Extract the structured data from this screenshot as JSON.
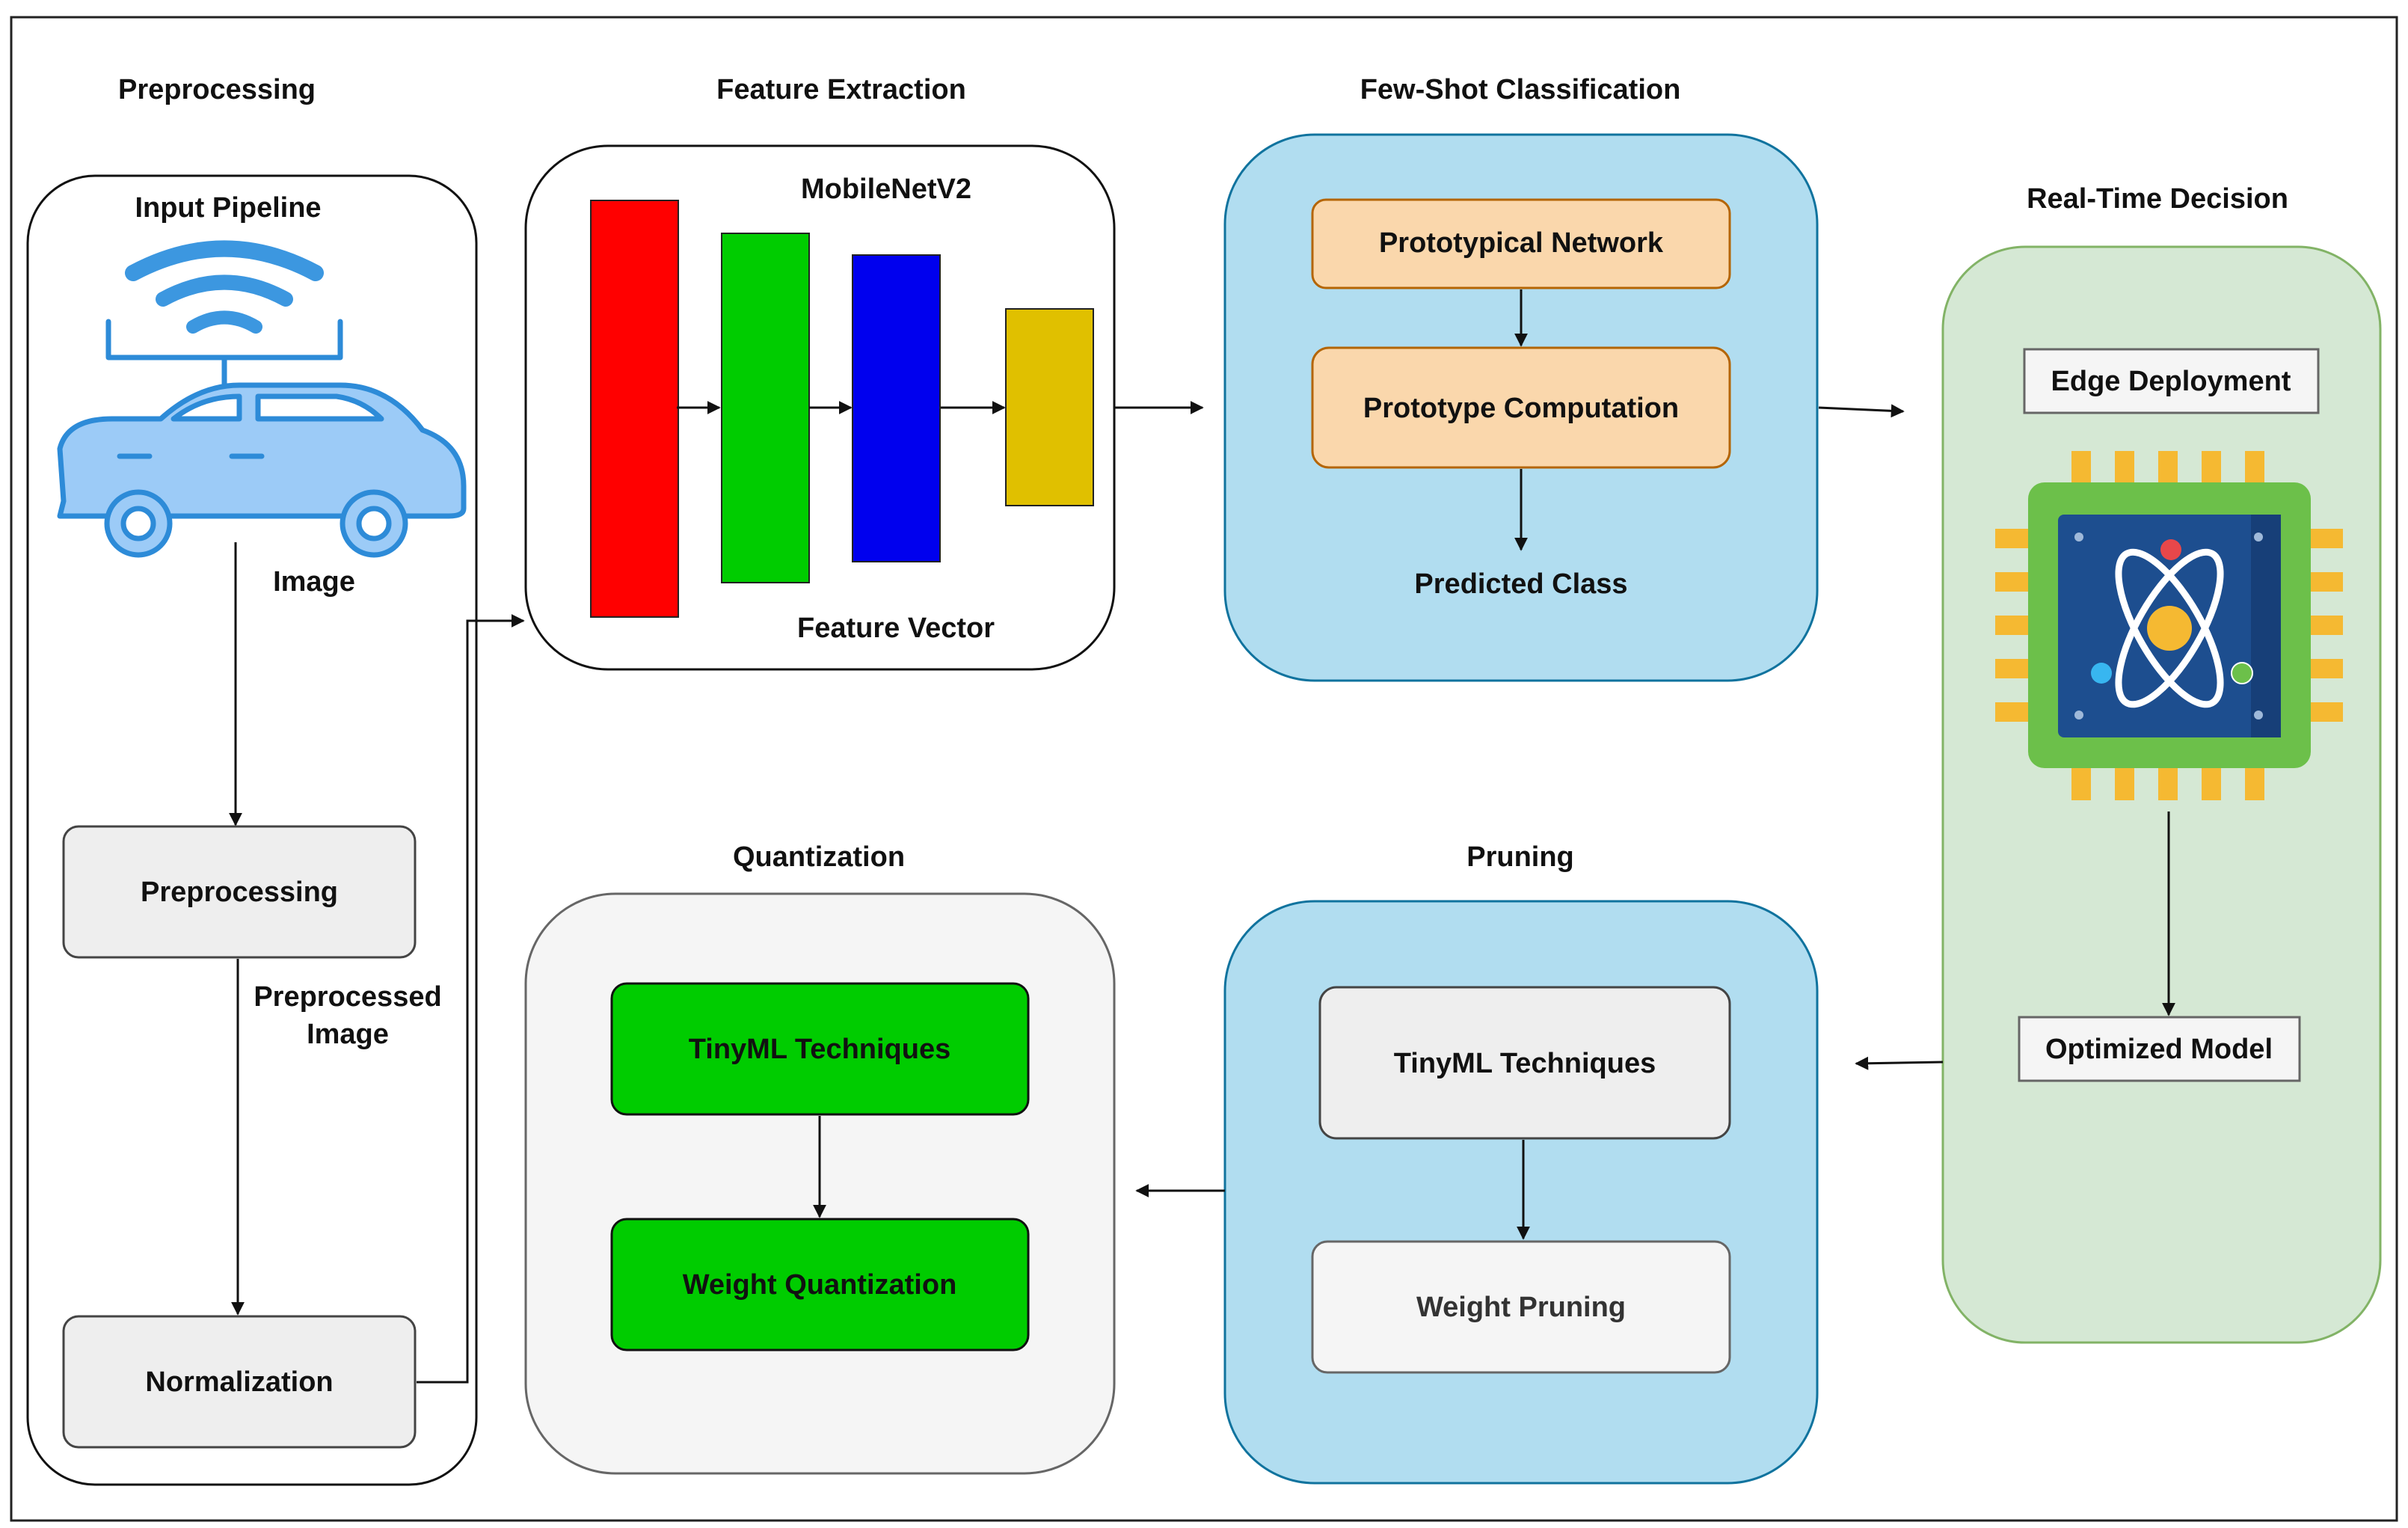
{
  "sections": {
    "preprocessing": {
      "title": "Preprocessing",
      "pipeline_label": "Input Pipeline",
      "image_label": "Image",
      "preprocessing_box": "Preprocessing",
      "preprocessed_label_line1": "Preprocessed",
      "preprocessed_label_line2": "Image",
      "normalization_box": "Normalization"
    },
    "feature_extraction": {
      "title": "Feature Extraction",
      "model_label": "MobileNetV2",
      "output_label": "Feature Vector",
      "layer_colors": [
        "#ff0000",
        "#00cc00",
        "#0000ee",
        "#e0c000"
      ]
    },
    "few_shot": {
      "title": "Few-Shot Classification",
      "step1": "Prototypical Network",
      "step2": "Prototype Computation",
      "output": "Predicted Class"
    },
    "realtime": {
      "title": "Real-Time Decision",
      "deploy_label": "Edge Deployment",
      "model_label": "Optimized Model",
      "chip_icon": "processor-chip-icon"
    },
    "pruning": {
      "title": "Pruning",
      "step1": "TinyML Techniques",
      "step2": "Weight Pruning"
    },
    "quantization": {
      "title": "Quantization",
      "step1": "TinyML Techniques",
      "step2": "Weight Quantization"
    }
  },
  "colors": {
    "blue_panel": "#b1ddf0",
    "green_panel": "#d5e8d4",
    "orange_box": "#fad7ac",
    "bright_green_box": "#00cc00",
    "grey_box": "#eeeeee"
  }
}
